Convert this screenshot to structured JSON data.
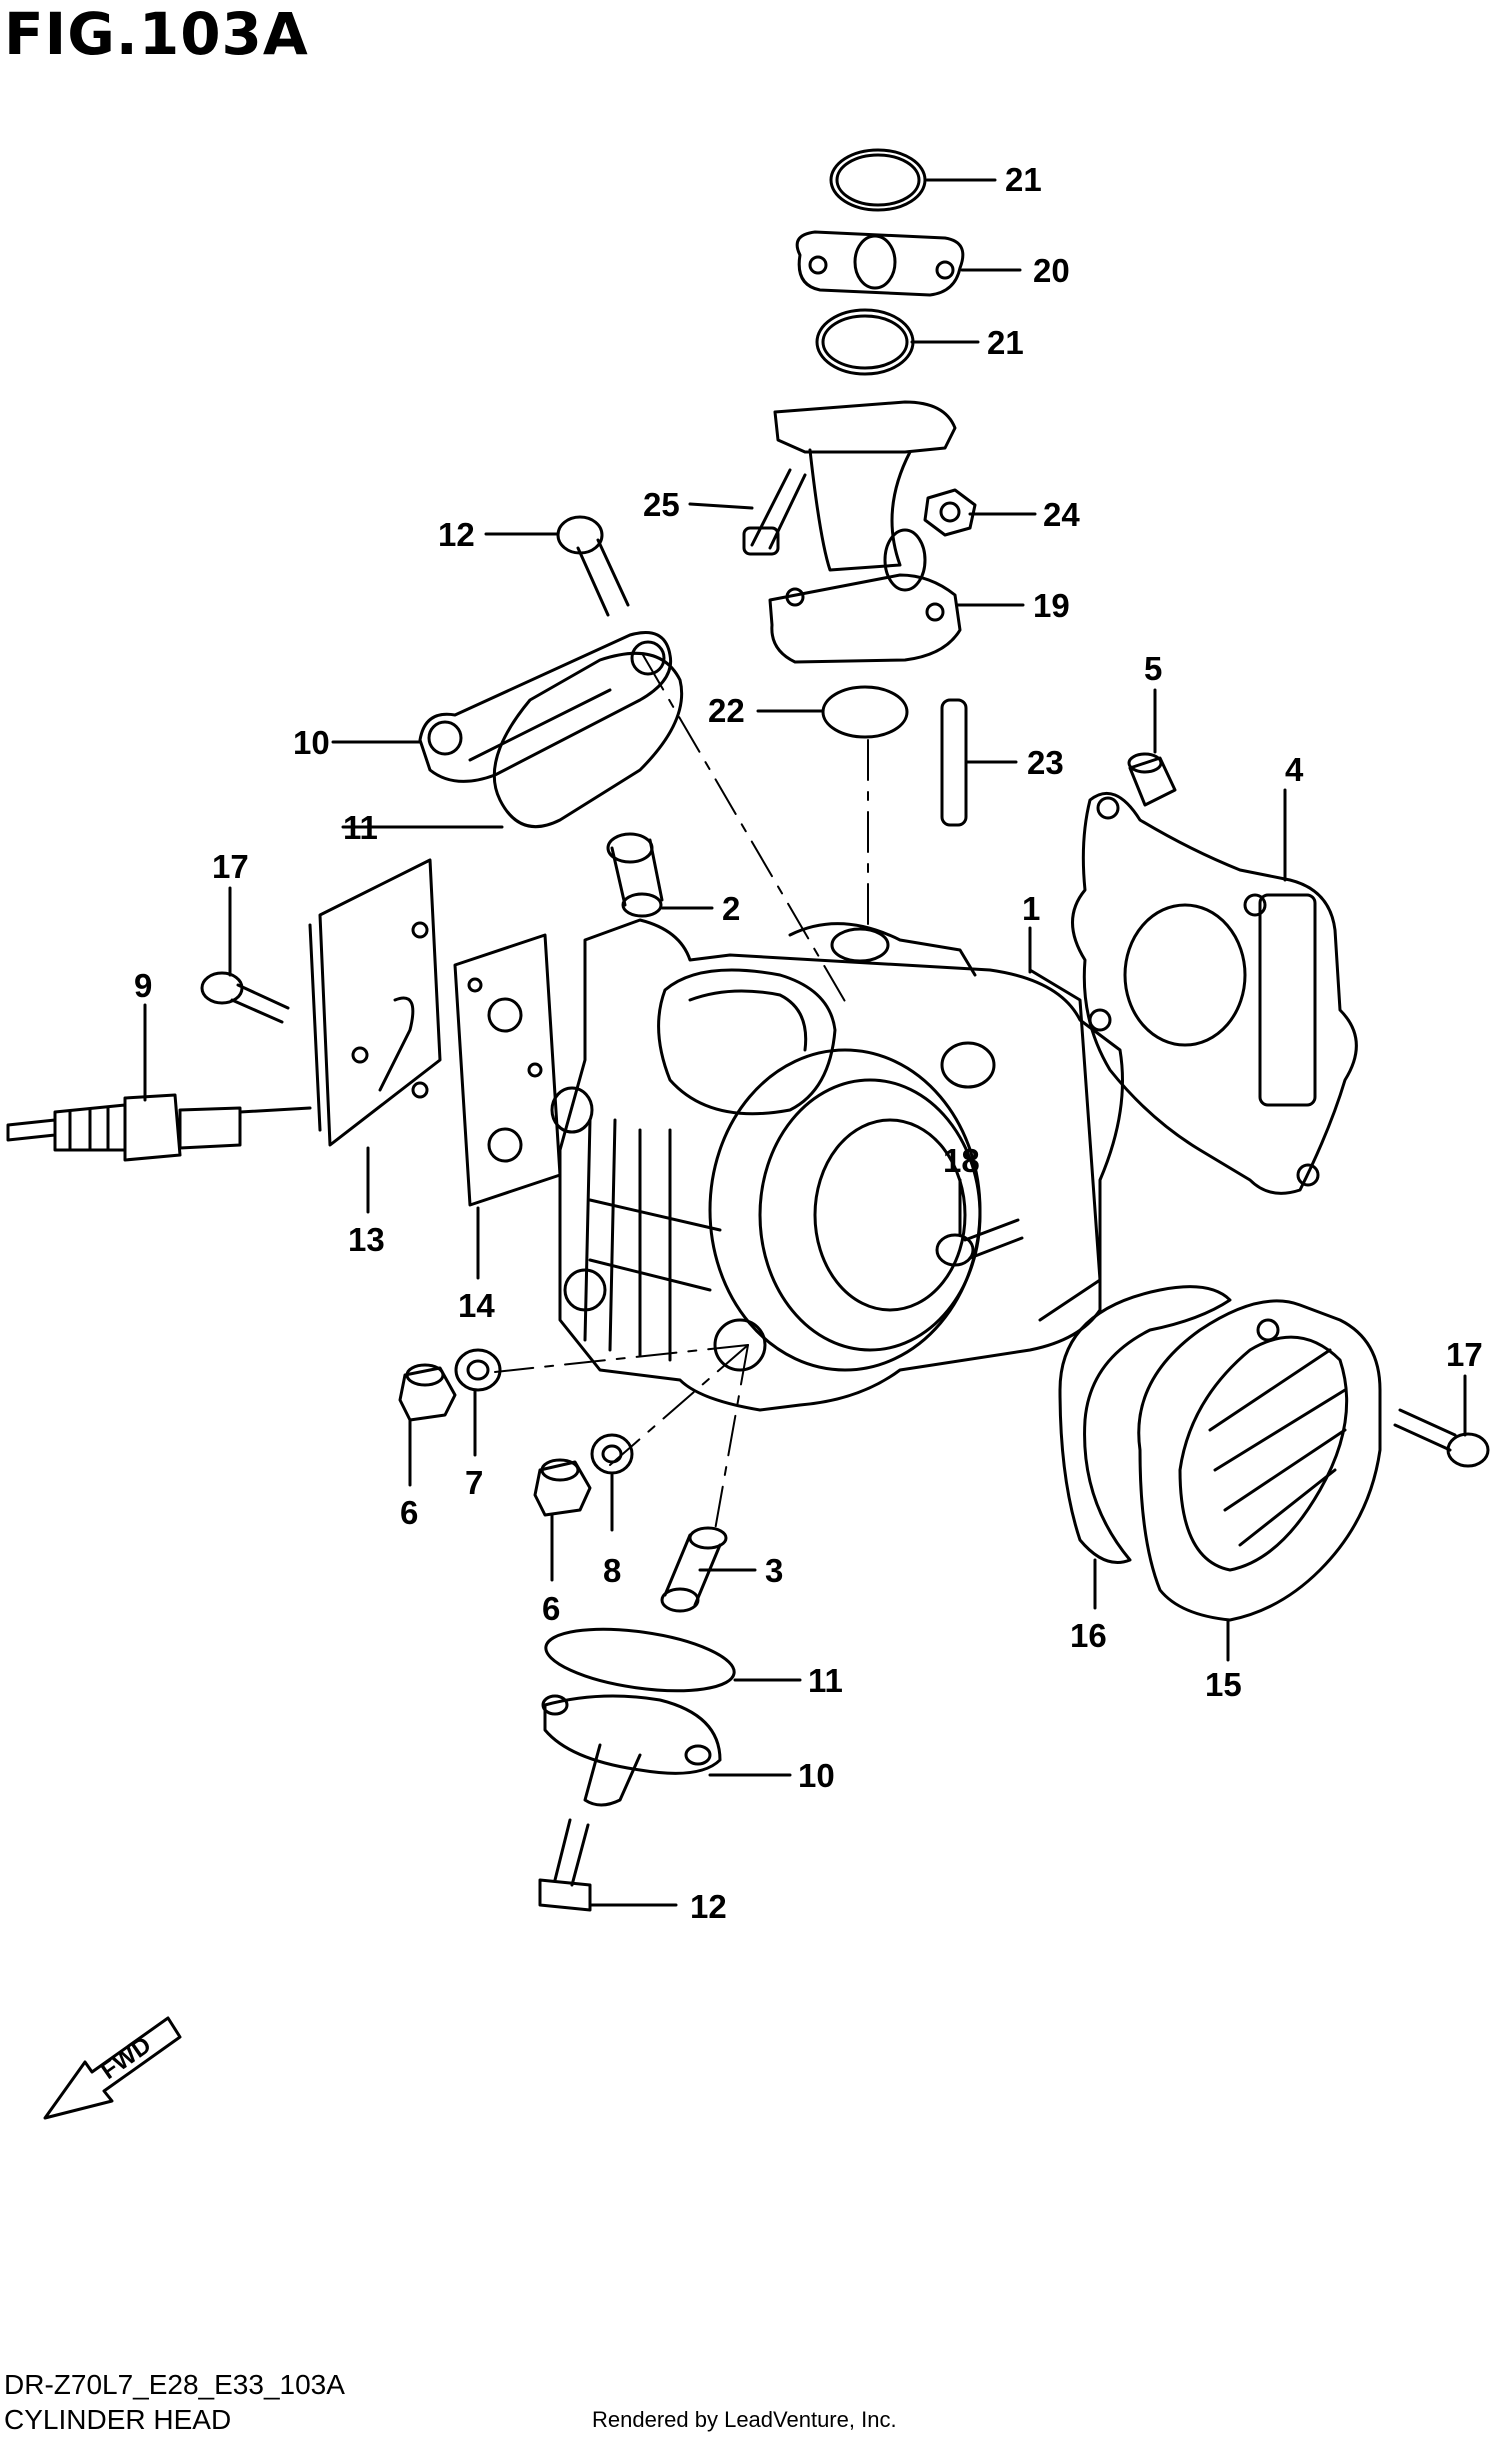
{
  "figure": {
    "title": "FIG.103A"
  },
  "diagram_code": "DR-Z70L7_E28_E33_103A",
  "diagram_title": "CYLINDER HEAD",
  "credit": "Rendered by LeadVenture, Inc.",
  "fwd_label": "FWD",
  "callouts": {
    "c21a": "21",
    "c20": "20",
    "c21b": "21",
    "c25": "25",
    "c24": "24",
    "c12a": "12",
    "c19": "19",
    "c22": "22",
    "c23": "23",
    "c5": "5",
    "c4": "4",
    "c10a": "10",
    "c11a": "11",
    "c2": "2",
    "c1": "1",
    "c17a": "17",
    "c9": "9",
    "c18": "18",
    "c13": "13",
    "c14": "14",
    "c17b": "17",
    "c6a": "6",
    "c7": "7",
    "c6b": "6",
    "c8": "8",
    "c3": "3",
    "c16": "16",
    "c15": "15",
    "c11b": "11",
    "c10b": "10",
    "c12b": "12"
  }
}
